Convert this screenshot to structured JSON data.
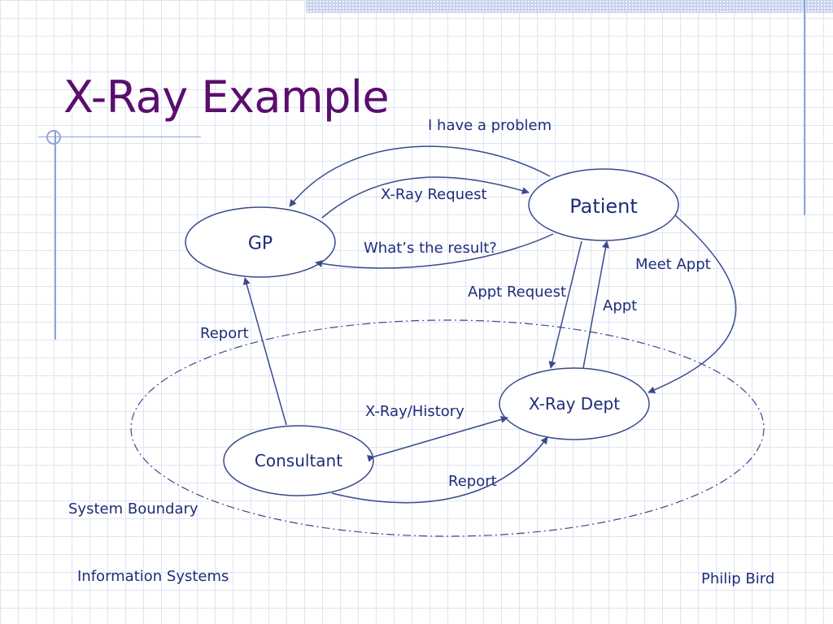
{
  "title": "X-Ray Example",
  "nodes": {
    "patient": "Patient",
    "gp": "GP",
    "xray_dept": "X-Ray Dept",
    "consultant": "Consultant"
  },
  "flows": {
    "problem": "I have a problem",
    "xray_request": "X-Ray Request",
    "result_query": "What’s the result?",
    "meet_appt": "Meet Appt",
    "appt_request": "Appt Request",
    "appt": "Appt",
    "report_gp": "Report",
    "xray_history": "X-Ray/History",
    "report_xray": "Report"
  },
  "boundary_label": "System Boundary",
  "footer": {
    "left": "Information Systems",
    "right": "Philip Bird"
  },
  "colors": {
    "title": "#5a0e6e",
    "text": "#1f2d7a",
    "lines": "#3a4a8c"
  }
}
